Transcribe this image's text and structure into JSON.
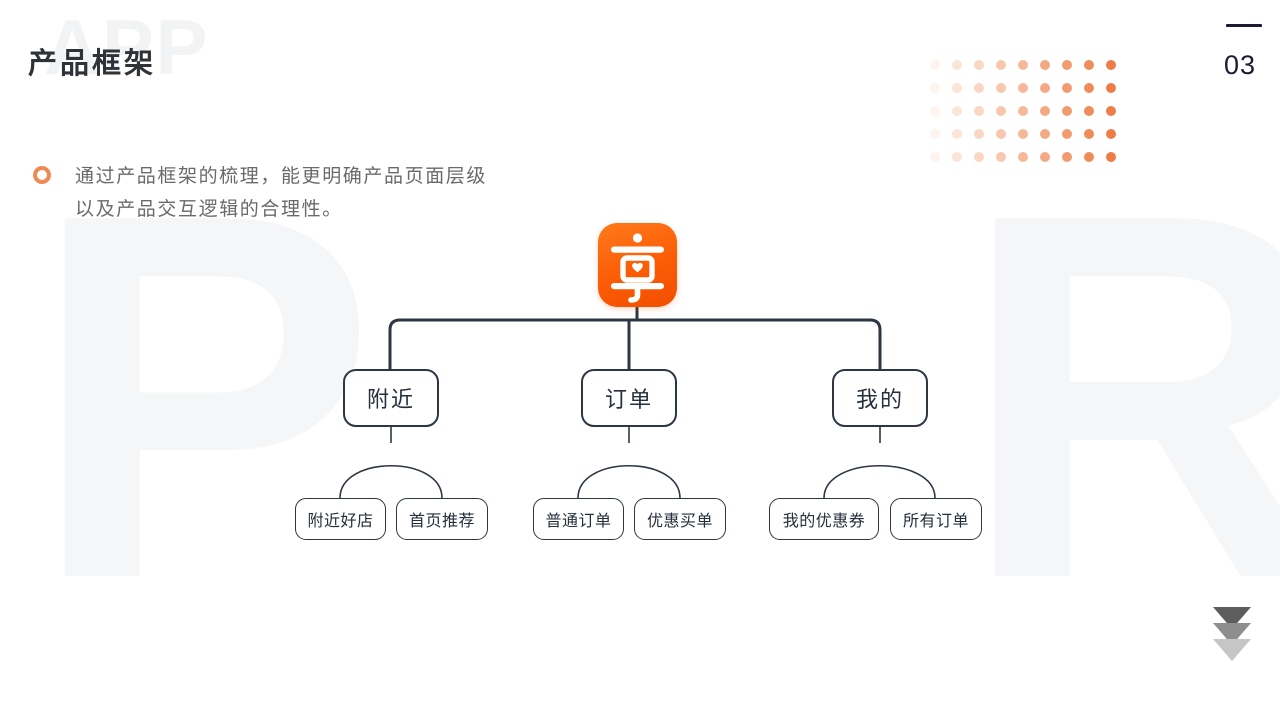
{
  "slide": {
    "page_number": "03",
    "title": "产品框架",
    "watermark_word": "APP",
    "watermark_letters": [
      "P",
      "R"
    ],
    "lead_text": "通过产品框架的梳理，能更明确产品页面层级\n以及产品交互逻辑的合理性。",
    "accent_color": "#ef8b52",
    "logo_color": "#fb5c05",
    "node_border_color": "#2d3744",
    "text_color": "#6a6a6a"
  },
  "dot_grid": {
    "columns": 9,
    "rows": 5,
    "colors": [
      "#fdf4ef",
      "#fbe5d8",
      "#f9d7c3",
      "#f7c8ae",
      "#f5b999",
      "#f3aa84",
      "#f19b6f",
      "#ef8c5a",
      "#ee7d45"
    ]
  },
  "logo": {
    "name": "享",
    "alt": "xiang-app-logo"
  },
  "diagram": {
    "type": "tree",
    "root": {
      "label": "享",
      "kind": "app-logo"
    },
    "branches": [
      {
        "label": "附近",
        "children": [
          {
            "label": "附近好店"
          },
          {
            "label": "首页推荐"
          }
        ]
      },
      {
        "label": "订单",
        "children": [
          {
            "label": "普通订单"
          },
          {
            "label": "优惠买单"
          }
        ]
      },
      {
        "label": "我的",
        "children": [
          {
            "label": "我的优惠券"
          },
          {
            "label": "所有订单"
          }
        ]
      }
    ]
  },
  "arrows": {
    "name": "scroll-down-arrows",
    "count": 3
  }
}
